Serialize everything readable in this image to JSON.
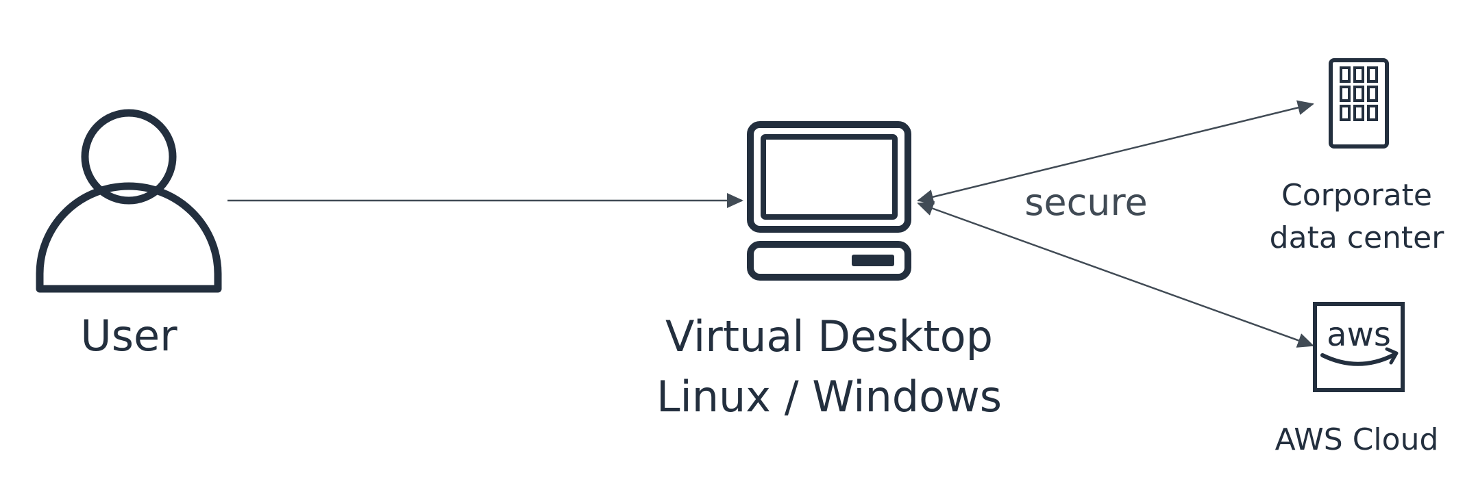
{
  "nodes": {
    "user": {
      "label": "User",
      "icon": "user-icon"
    },
    "virtual_desktop": {
      "line1": "Virtual Desktop",
      "line2": "Linux / Windows",
      "icon": "desktop-computer-icon"
    },
    "corporate": {
      "line1": "Corporate",
      "line2": "data center",
      "icon": "office-building-icon"
    },
    "aws": {
      "label": "AWS Cloud",
      "icon": "aws-logo-icon",
      "logo_text": "aws"
    }
  },
  "edges": {
    "secure_label": "secure"
  },
  "colors": {
    "stroke": "#232f3e",
    "arrow": "#414b55",
    "aws_smile": "#232f3e"
  }
}
